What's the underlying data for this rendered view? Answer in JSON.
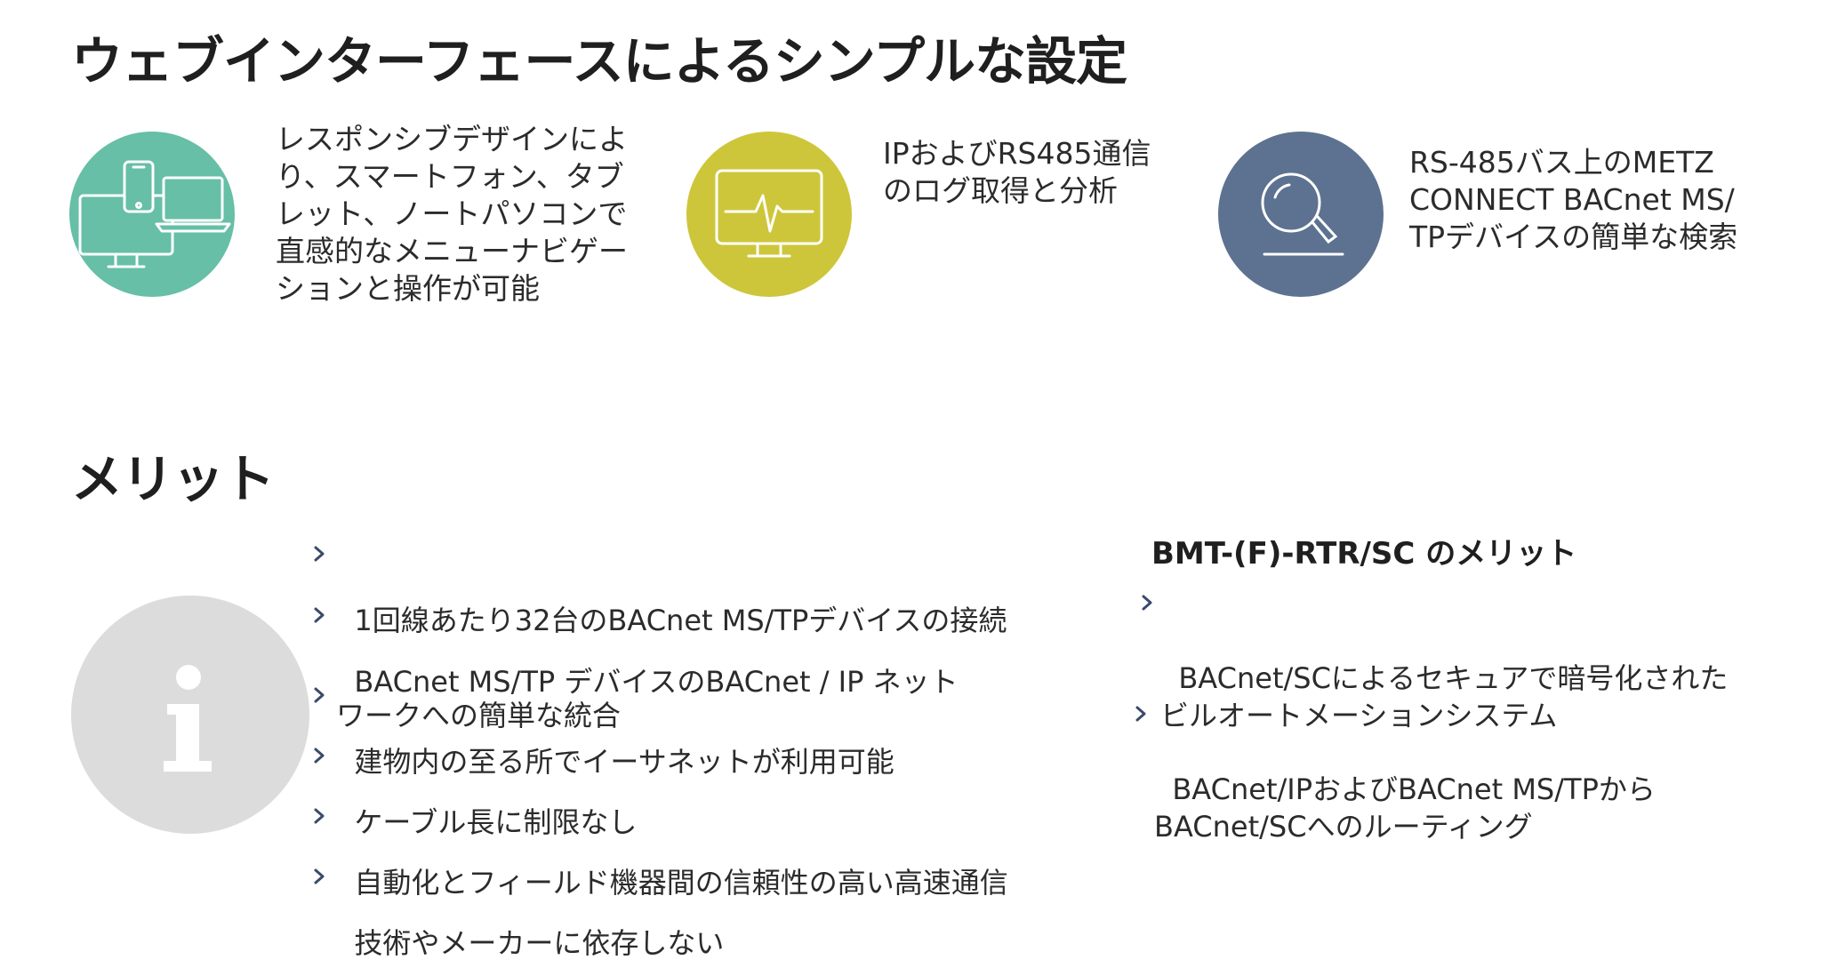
{
  "slide": {
    "title": "ウェブインターフェースによるシンプルな設定",
    "features": [
      {
        "icon": "devices-icon",
        "color": "#66bfa6",
        "text": "レスポンシブデザインによ\nり、スマートフォン、タブ\nレット、ノートパソコンで\n直感的なメニューナビゲー\nションと操作が可能"
      },
      {
        "icon": "monitor-heartbeat-icon",
        "color": "#cec63a",
        "text": "IPおよびRS485通信\nのログ取得と分析"
      },
      {
        "icon": "search-icon",
        "color": "#5d7290",
        "text": "RS-485バス上のMETZ\nCONNECT BACnet MS/\nTPデバイスの簡単な検索"
      }
    ],
    "merit_title": "メリット",
    "info_color": "#dcdcdc",
    "chevron_color": "#3a4a6a",
    "advantages": [
      "1回線あたり32台のBACnet MS/TPデバイスの接続",
      "BACnet MS/TP デバイスのBACnet / IP ネット\nワークへの簡単な統合",
      "建物内の至る所でイーサネットが利用可能",
      "ケーブル長に制限なし",
      "自動化とフィールド機器間の信頼性の高い高速通信",
      "技術やメーカーに依存しない"
    ],
    "bmt": {
      "title": "BMT-(F)-RTR/SC のメリット",
      "items": [
        "BACnet/SCによるセキュアで暗号化された\nビルオートメーションシステム",
        "BACnet/IPおよびBACnet MS/TPから\nBACnet/SCへのルーティング"
      ]
    }
  }
}
